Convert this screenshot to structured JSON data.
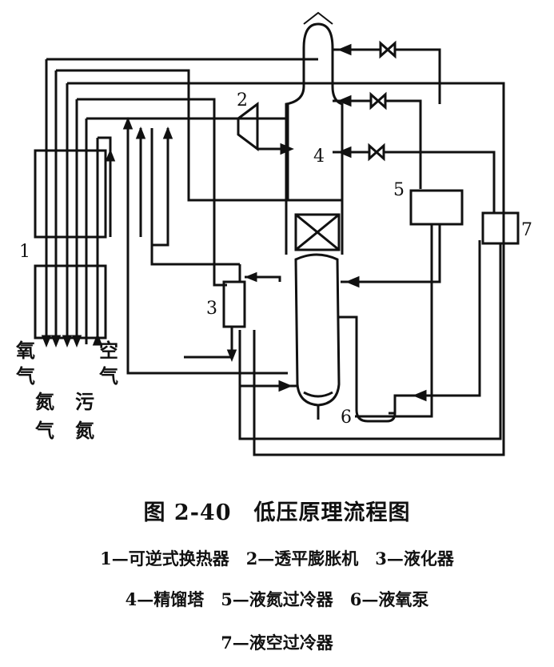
{
  "component_numbers": {
    "heat_exchanger": "1",
    "expander": "2",
    "liquefier": "3",
    "column": "4",
    "n2_subcooler": "5",
    "o2_pump": "6",
    "air_subcooler": "7"
  },
  "stream_labels": {
    "oxygen": [
      "氧",
      "气"
    ],
    "nitrogen": [
      "氮",
      "气"
    ],
    "waste_nitrogen": [
      "污",
      "氮"
    ],
    "air": [
      "空",
      "气"
    ]
  },
  "caption": {
    "title": "图 2-40　低压原理流程图",
    "legend_line1": "1—可逆式换热器　2—透平膨胀机　3—液化器",
    "legend_line2": "4—精馏塔　5—液氮过冷器　6—液氧泵",
    "legend_line3": "7—液空过冷器"
  }
}
